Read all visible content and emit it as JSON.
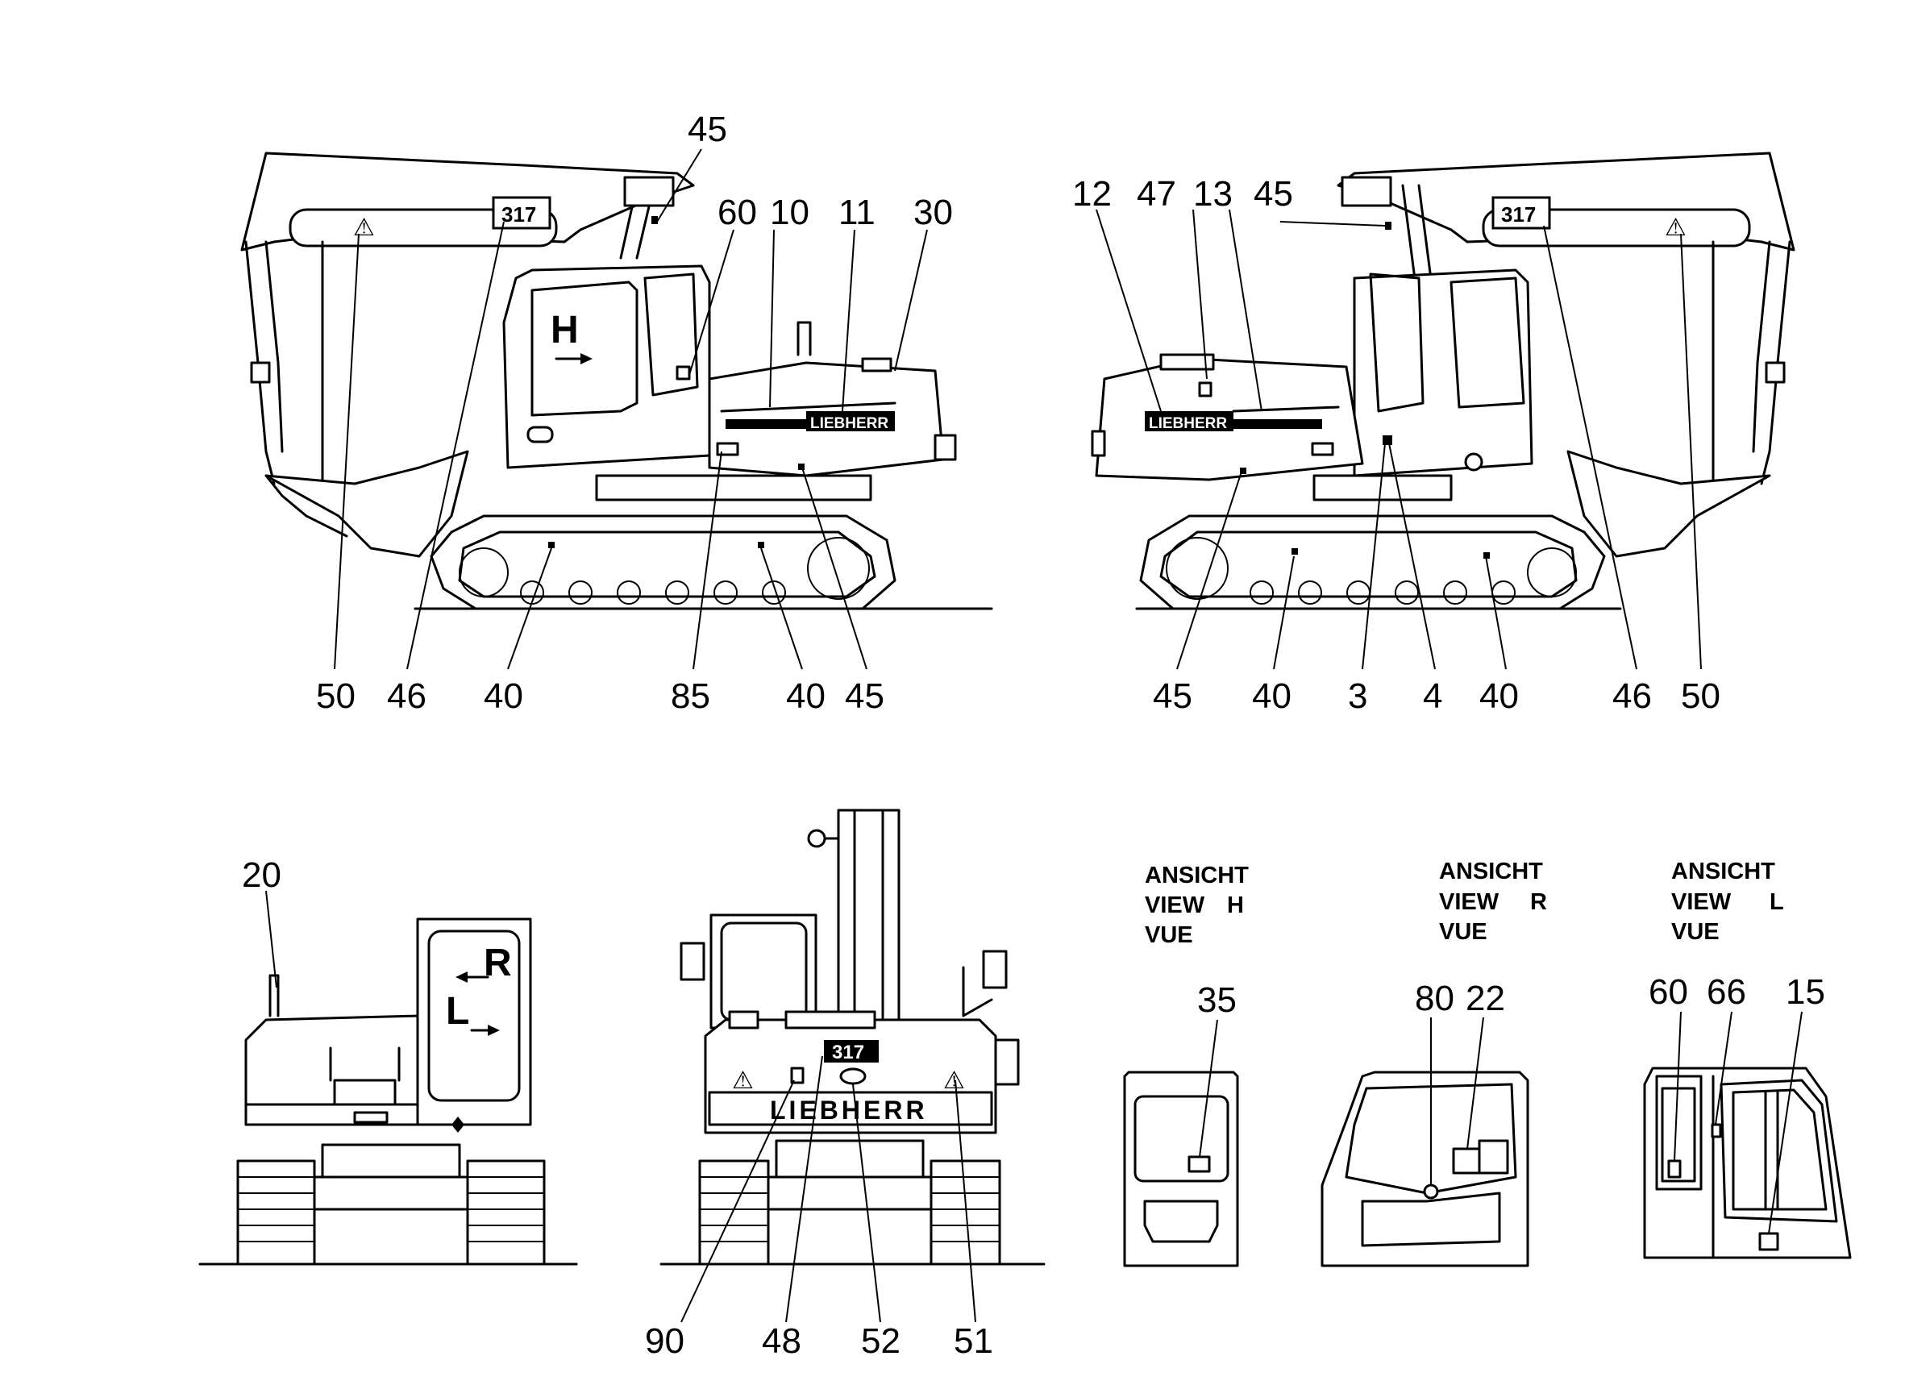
{
  "views": {
    "left_side": {
      "callouts_top": [
        "45",
        "60",
        "10",
        "11",
        "30"
      ],
      "callouts_bottom": [
        "50",
        "46",
        "40",
        "85",
        "40",
        "45"
      ],
      "marker_letter": "H"
    },
    "right_side": {
      "callouts_top": [
        "12",
        "47",
        "13",
        "45"
      ],
      "callouts_bottom": [
        "45",
        "40",
        "3",
        "4",
        "40",
        "46",
        "50"
      ]
    },
    "rear": {
      "callouts": [
        "20"
      ],
      "marker_r": "R",
      "marker_l": "L"
    },
    "front": {
      "callouts_bottom": [
        "90",
        "48",
        "52",
        "51"
      ]
    },
    "view_h": {
      "line1": "ANSICHT",
      "line2": "VIEW",
      "letter": "H",
      "line3": "VUE",
      "callouts": [
        "35"
      ]
    },
    "view_r": {
      "line1": "ANSICHT",
      "line2": "VIEW",
      "letter": "R",
      "line3": "VUE",
      "callouts": [
        "80",
        "22"
      ]
    },
    "view_l": {
      "line1": "ANSICHT",
      "line2": "VIEW",
      "letter": "L",
      "line3": "VUE",
      "callouts": [
        "60",
        "66",
        "15"
      ]
    }
  },
  "decals": {
    "model": "317",
    "brand": "LIEBHERR"
  }
}
